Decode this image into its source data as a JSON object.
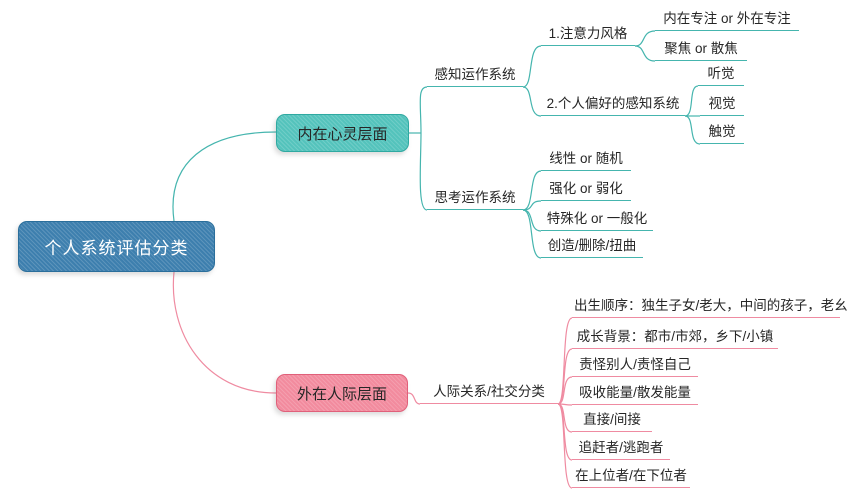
{
  "colors": {
    "root_fill": "#3d7fae",
    "root_border": "#2a6e9b",
    "root_text": "#ffffff",
    "inner_fill": "#54c3bc",
    "inner_border": "#2fa9a1",
    "inner_line": "#45b5ae",
    "outer_fill": "#f28b9e",
    "outer_border": "#e0607a",
    "outer_line": "#ef8ba1",
    "text": "#262626",
    "background": "#ffffff"
  },
  "mindmap": {
    "root": {
      "label": "个人系统评估分类"
    },
    "inner": {
      "label": "内在心灵层面",
      "perception": {
        "label": "感知运作系统",
        "attention": {
          "label": "1.注意力风格",
          "children": [
            {
              "label": "内在专注 or 外在专注"
            },
            {
              "label": "聚焦 or 散焦"
            }
          ]
        },
        "senses": {
          "label": "2.个人偏好的感知系统",
          "children": [
            {
              "label": "听觉"
            },
            {
              "label": "视觉"
            },
            {
              "label": "触觉"
            }
          ]
        }
      },
      "thinking": {
        "label": "思考运作系统",
        "children": [
          {
            "label": "线性 or 随机"
          },
          {
            "label": "强化 or 弱化"
          },
          {
            "label": "特殊化 or 一般化"
          },
          {
            "label": "创造/删除/扭曲"
          }
        ]
      }
    },
    "outer": {
      "label": "外在人际层面",
      "social": {
        "label": "人际关系/社交分类",
        "children": [
          {
            "label": "出生顺序：独生子女/老大，中间的孩子，老幺"
          },
          {
            "label": "成长背景：都市/市郊，乡下/小镇"
          },
          {
            "label": "责怪别人/责怪自己"
          },
          {
            "label": "吸收能量/散发能量"
          },
          {
            "label": "直接/间接"
          },
          {
            "label": "追赶者/逃跑者"
          },
          {
            "label": "在上位者/在下位者"
          }
        ]
      }
    }
  }
}
